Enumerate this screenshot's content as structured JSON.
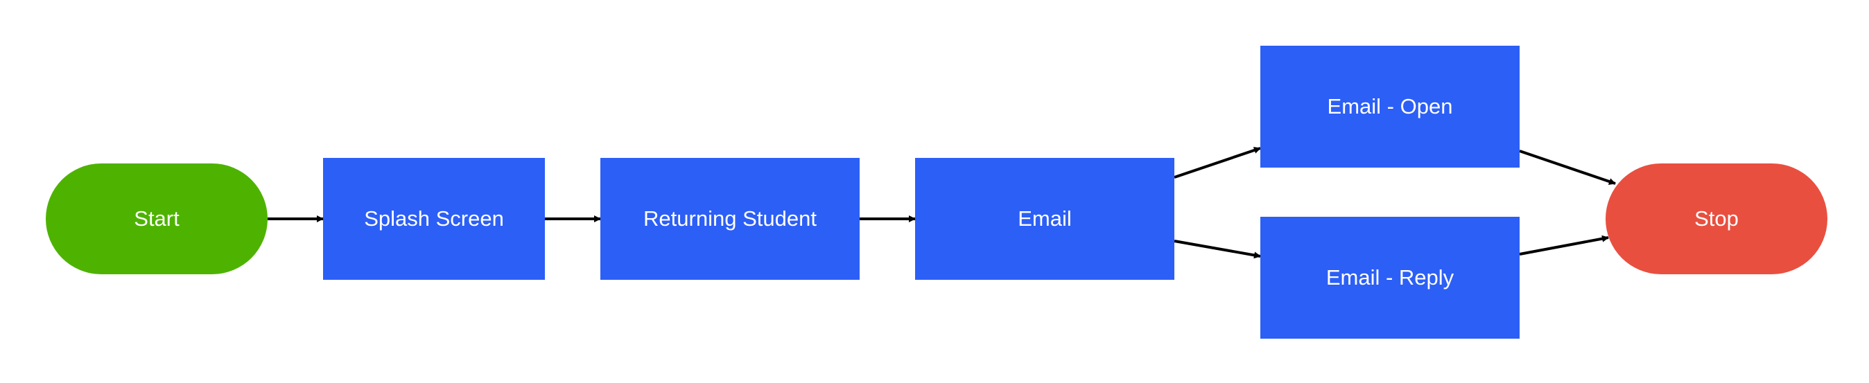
{
  "flowchart": {
    "nodes": {
      "start": {
        "label": "Start",
        "color": "#4db300"
      },
      "splash_screen": {
        "label": "Splash Screen",
        "color": "#2c5ff6"
      },
      "returning_student": {
        "label": "Returning Student",
        "color": "#2c5ff6"
      },
      "email": {
        "label": "Email",
        "color": "#2c5ff6"
      },
      "email_open": {
        "label": "Email - Open",
        "color": "#2c5ff6"
      },
      "email_reply": {
        "label": "Email - Reply",
        "color": "#2c5ff6"
      },
      "stop": {
        "label": "Stop",
        "color": "#e94f3f"
      }
    },
    "edges": [
      {
        "from": "Start",
        "to": "Splash Screen"
      },
      {
        "from": "Splash Screen",
        "to": "Returning Student"
      },
      {
        "from": "Returning Student",
        "to": "Email"
      },
      {
        "from": "Email",
        "to": "Email - Open"
      },
      {
        "from": "Email",
        "to": "Email - Reply"
      },
      {
        "from": "Email - Open",
        "to": "Stop"
      },
      {
        "from": "Email - Reply",
        "to": "Stop"
      }
    ],
    "edge_color": "#000000"
  }
}
